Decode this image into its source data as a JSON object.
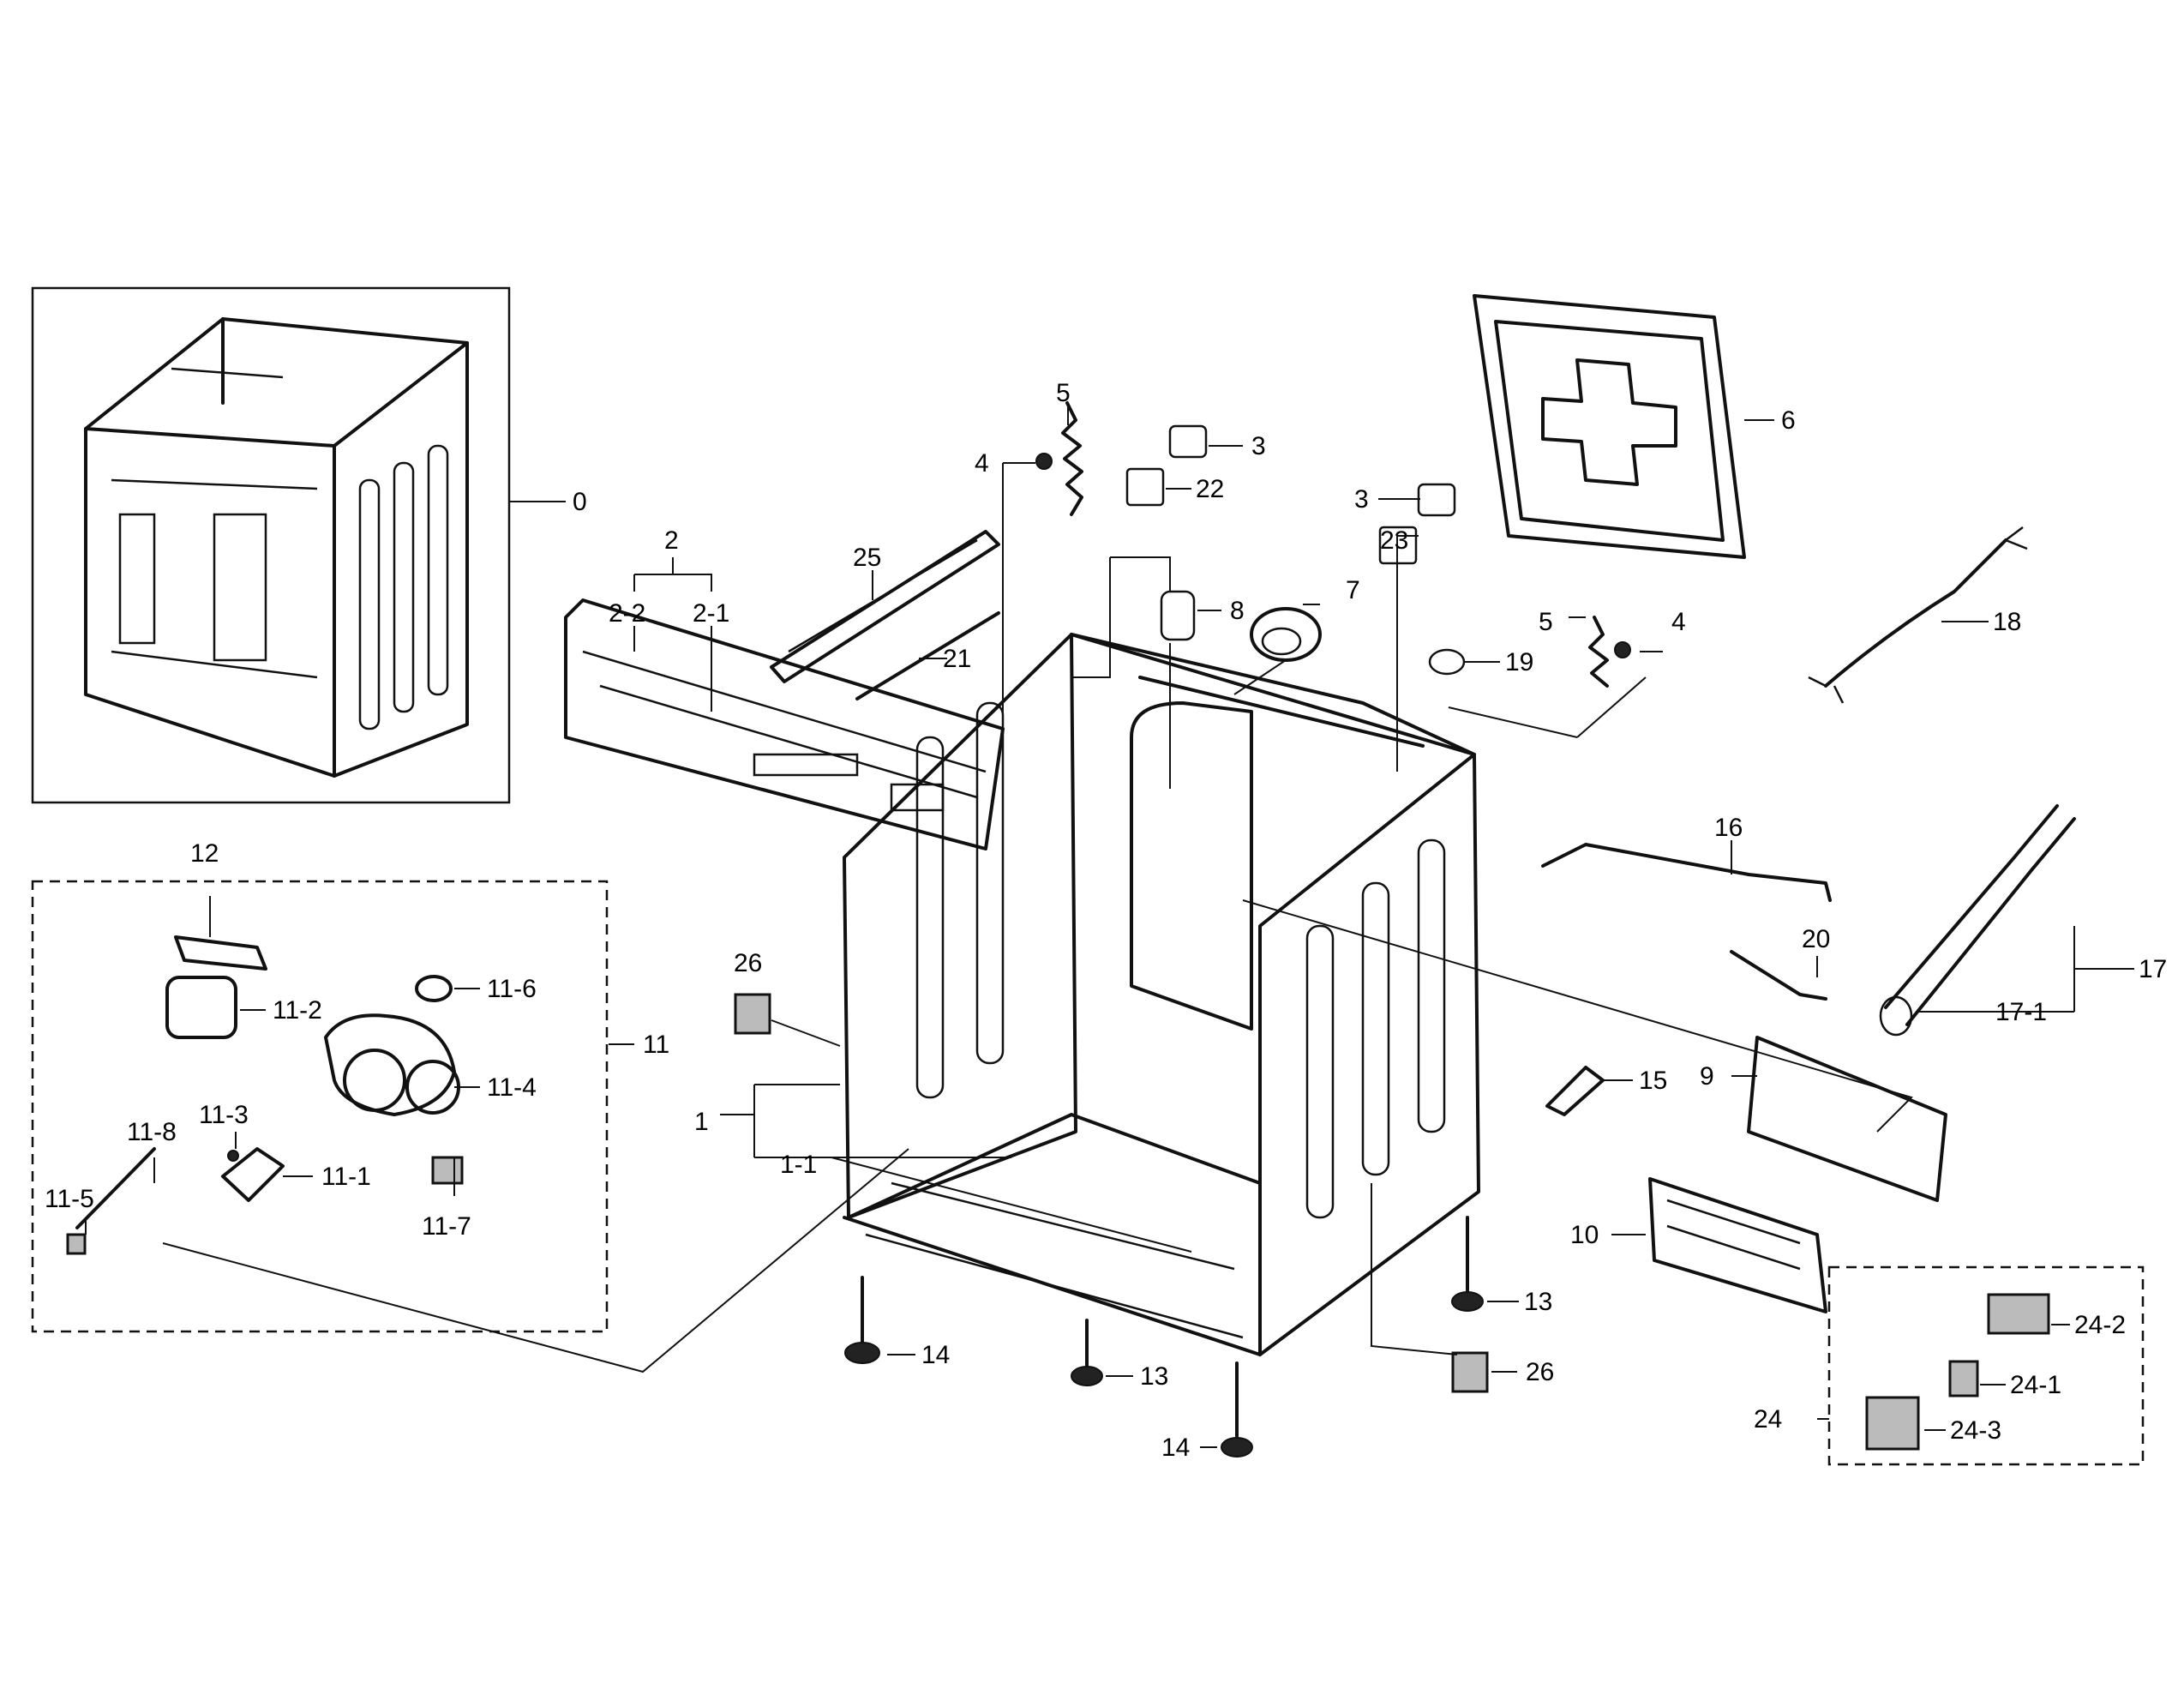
{
  "diagram": {
    "callouts": [
      "0",
      "1",
      "1-1",
      "2",
      "2-1",
      "2-2",
      "3",
      "3",
      "4",
      "4",
      "5",
      "5",
      "6",
      "7",
      "8",
      "9",
      "10",
      "11",
      "11-1",
      "11-2",
      "11-3",
      "11-4",
      "11-5",
      "11-6",
      "11-7",
      "11-8",
      "12",
      "13",
      "13",
      "14",
      "14",
      "15",
      "16",
      "17",
      "17-1",
      "18",
      "19",
      "20",
      "21",
      "22",
      "23",
      "24",
      "24-1",
      "24-2",
      "24-3",
      "25",
      "26",
      "26"
    ]
  }
}
